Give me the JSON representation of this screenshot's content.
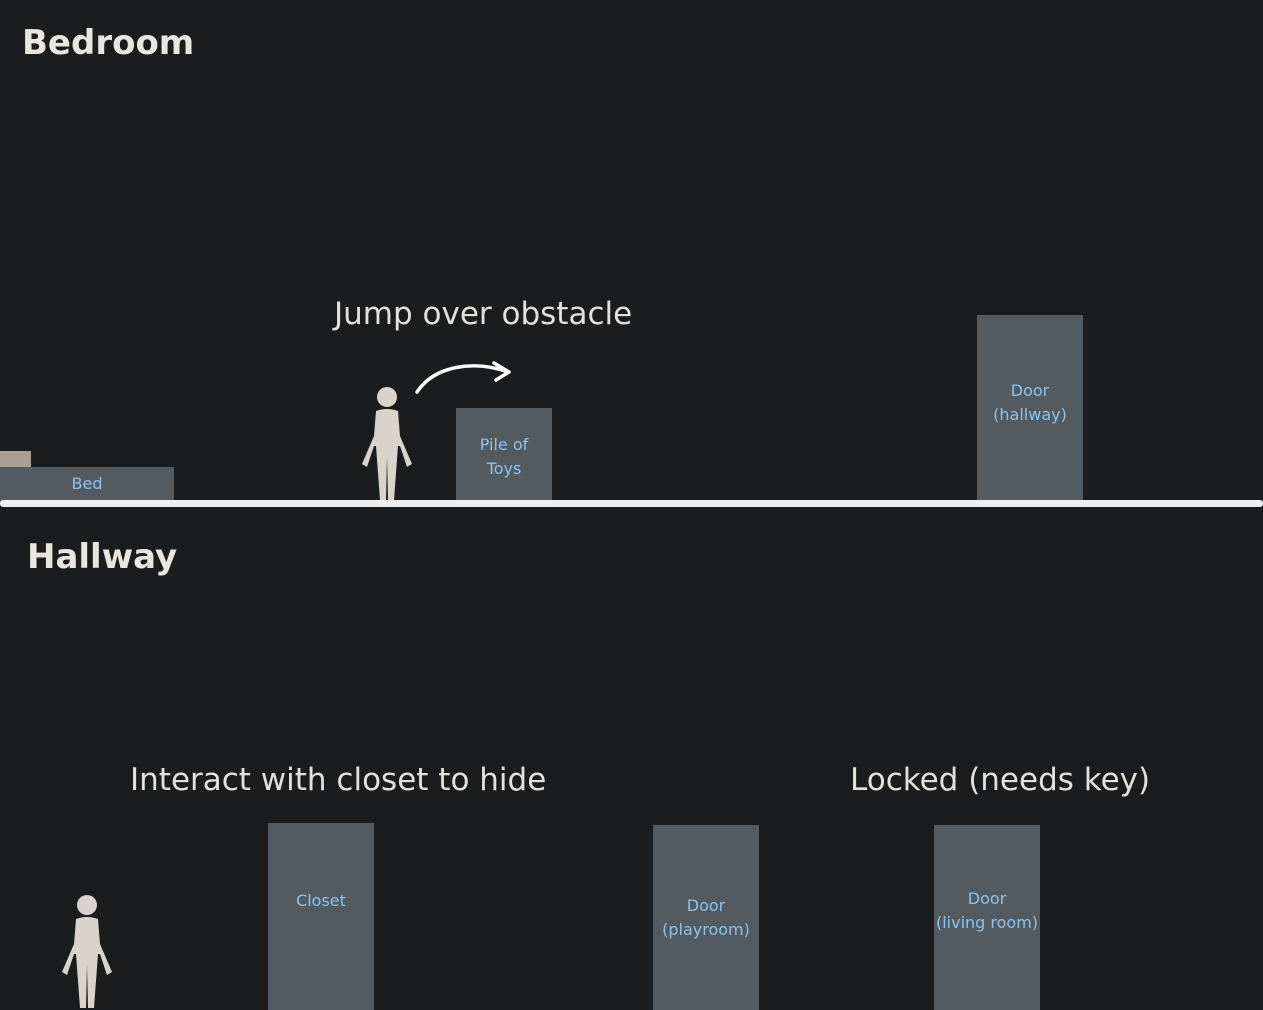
{
  "rooms": {
    "bedroom": {
      "title": "Bedroom",
      "caption": "Jump over obstacle",
      "bed_label": "Bed",
      "toys_label_1": "Pile of",
      "toys_label_2": "Toys",
      "door_label_1": "Door",
      "door_label_2": "(hallway)"
    },
    "hallway": {
      "title": "Hallway",
      "caption_closet": "Interact with closet to hide",
      "caption_locked": "Locked (needs key)",
      "closet_label": "Closet",
      "door_playroom_label_1": "Door",
      "door_playroom_label_2": "(playroom)",
      "door_living_label_1": "Door",
      "door_living_label_2": "(living room)"
    }
  },
  "colors": {
    "background": "#1b1c1e",
    "block": "#535b60",
    "label": "#8cc2ec",
    "figure": "#d8d4cc",
    "floor": "#efefef",
    "pillow": "#a79f94"
  },
  "icons": {
    "player": "person-icon",
    "jump": "curved-arrow-icon"
  }
}
